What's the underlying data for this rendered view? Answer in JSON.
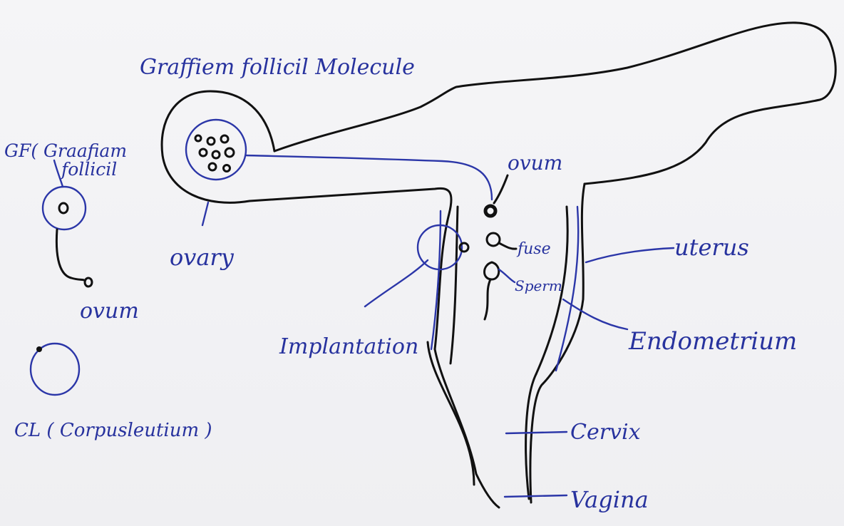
{
  "labels": {
    "graafian_follicle_molecule": "Graffiem follicil Molecule",
    "gf_graafian_follicle_line1": "GF( Graafiam",
    "gf_graafian_follicle_line2": "follicil",
    "ovum_left": "ovum",
    "cl_corpus_luteum": "CL ( Corpusleutium )",
    "ovary": "ovary",
    "ovum_center": "ovum",
    "fuse": "fuse",
    "sperm": "Sperm",
    "uterus": "uterus",
    "implantation": "Implantation",
    "endometrium": "Endometrium",
    "cervix": "Cervix",
    "vagina": "Vagina"
  },
  "colors": {
    "outline_ink": "#111111",
    "label_ink": "#2b36a8",
    "paper": "#f2f2f4"
  }
}
